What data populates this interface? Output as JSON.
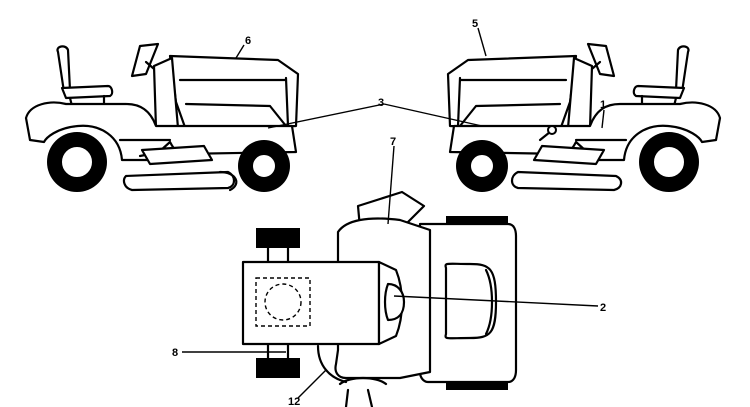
{
  "callouts": {
    "c1": "1",
    "c2": "2",
    "c3": "3",
    "c5": "5",
    "c6": "6",
    "c7": "7",
    "c8": "8",
    "c12": "12"
  }
}
